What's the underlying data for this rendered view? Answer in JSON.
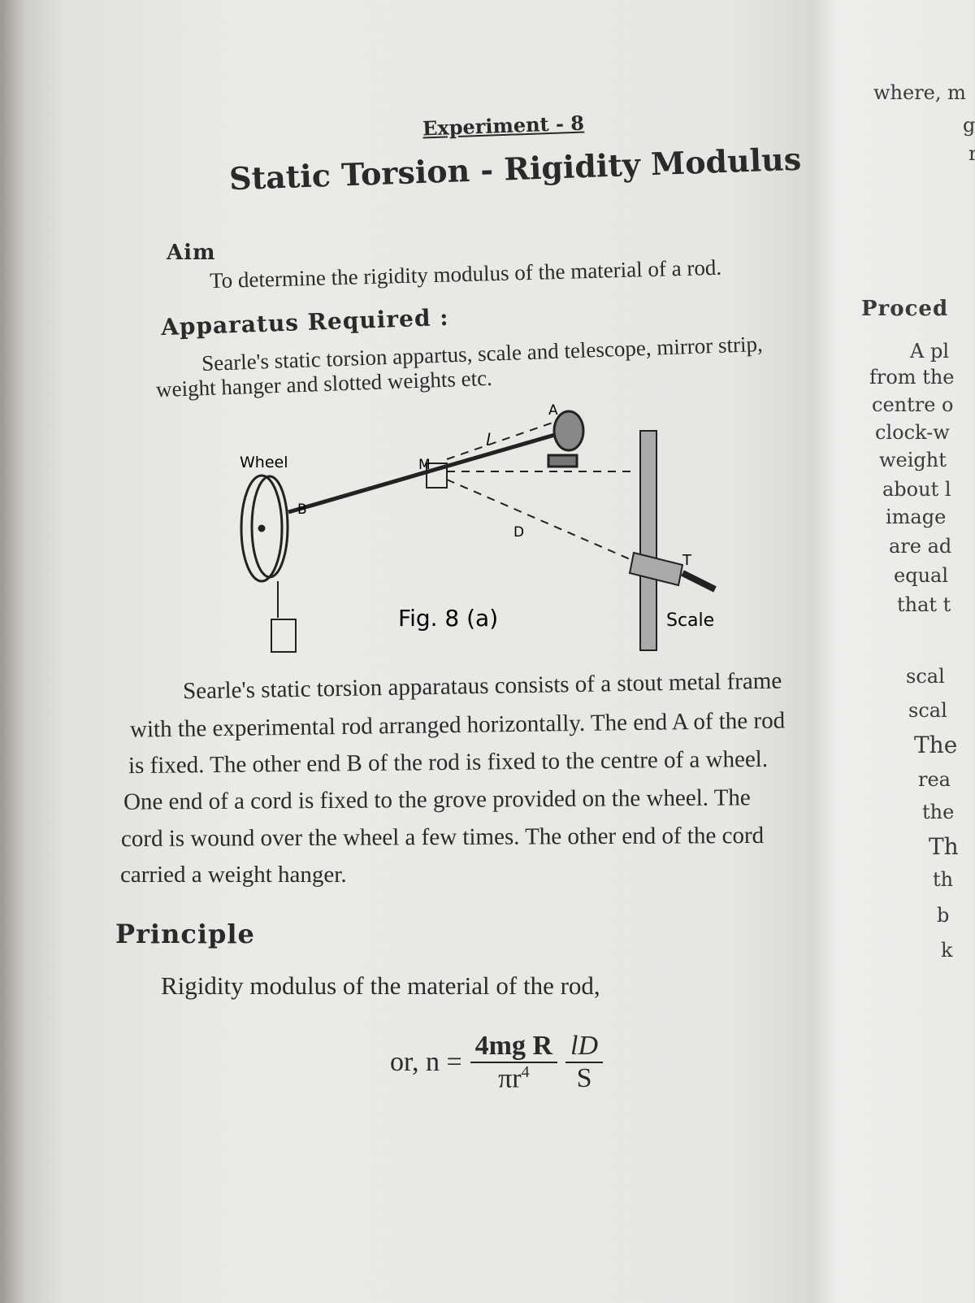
{
  "left_page": {
    "experiment": "Experiment - 8",
    "title": "Static Torsion - Rigidity Modulus",
    "aim": {
      "heading": "Aim",
      "text": "To determine the rigidity modulus of the material of a rod."
    },
    "apparatus": {
      "heading": "Apparatus Required :",
      "lines": [
        "Searle's static torsion appartus, scale and telescope, mirror strip,",
        "weight hanger and slotted weights etc."
      ]
    },
    "figure": {
      "caption": "Fig. 8 (a)",
      "labels": {
        "wheel": "Wheel",
        "b": "B",
        "m": "M",
        "a": "A",
        "l": "l",
        "d": "D",
        "t": "T",
        "scale": "Scale"
      }
    },
    "description_lines": [
      "Searle's static torsion apparataus consists of a stout metal frame",
      "with the experimental rod arranged horizontally. The end A of the rod",
      "is fixed. The other end B of the rod is fixed to the centre of a wheel.",
      "One end of a cord is fixed to the grove provided on the wheel. The",
      "cord is wound over the wheel a few times. The other end of the cord",
      "carried a weight hanger."
    ],
    "principle": {
      "heading": "Principle",
      "text": "Rigidity modulus of the material of the rod,",
      "formula": {
        "prefix": "or, n =",
        "num1": "4mg R",
        "den1": "πr",
        "den1_sup": "4",
        "num2": "lD",
        "den2": "S"
      }
    }
  },
  "right_page": {
    "fragments_top": [
      "where, m",
      "g",
      "r"
    ],
    "heading": "Proced",
    "lines": [
      "A pl",
      "from the",
      "centre o",
      "clock-w",
      "weight",
      "about l",
      "image",
      "are ad",
      "equal",
      "that t",
      "scal",
      "scal",
      "The",
      "rea",
      "the",
      "Th",
      "th",
      "b",
      "k"
    ]
  }
}
